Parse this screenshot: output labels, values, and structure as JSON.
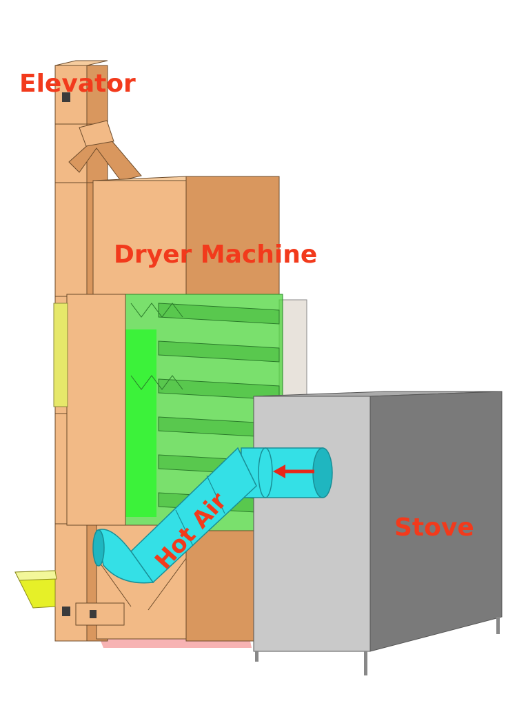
{
  "labels": {
    "elevator": "Elevator",
    "dryer": "Dryer Machine",
    "stove": "Stove",
    "hot_air": "Hot Air"
  },
  "colors": {
    "label": "#f23a1c",
    "wood_face": "#f2ba86",
    "wood_side": "#d9975e",
    "wood_top": "#f6cc9f",
    "green_panel": "#4ed63c",
    "green_bright": "#3cf23a",
    "stove_front": "#c9c9c9",
    "stove_side": "#7a7a7a",
    "stove_top": "#ababab",
    "duct": "#34e0e6",
    "duct_shade": "#1fb6c0",
    "hopper": "#e6f028",
    "arrow": "#e8271a"
  }
}
